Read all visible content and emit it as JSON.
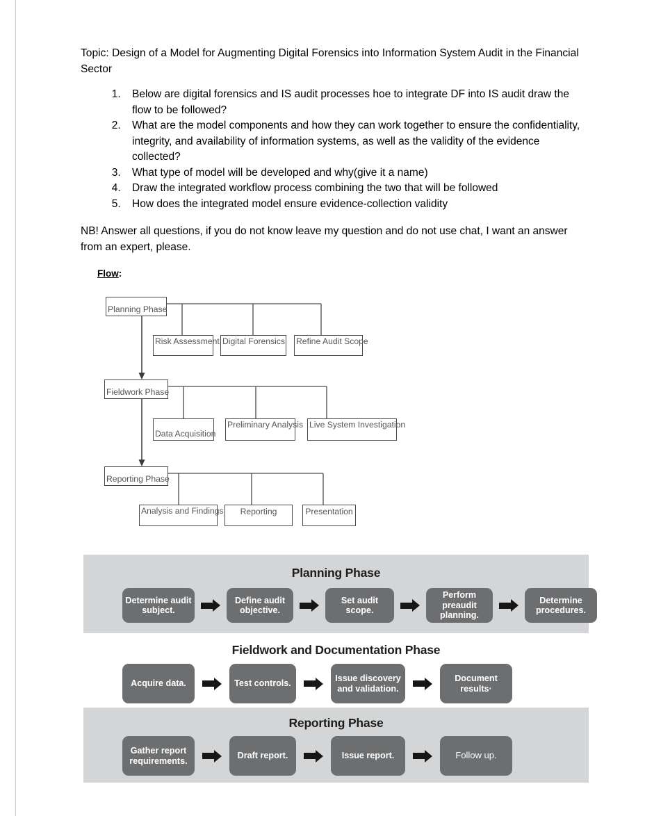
{
  "document": {
    "topic": "Topic: Design of a Model for Augmenting Digital Forensics into Information System Audit in the Financial Sector",
    "questions": [
      "Below are digital forensics and IS audit processes hoe to integrate DF into IS audit draw the flow to be followed?",
      "What are the model components and how they can work together to ensure the confidentiality, integrity, and availability of information systems, as well as the validity of the evidence collected?",
      "What type of model will be developed and why(give it a name)",
      "Draw the integrated workflow process combining the two that will be followed",
      "How does the integrated model ensure evidence-collection validity"
    ],
    "nb_note": "NB! Answer all questions, if you do not know leave my question and do not use chat, I want an answer from an expert, please.",
    "flow_label": "Flow",
    "flow_label_colon": ":"
  },
  "tree_diagram": {
    "phases": [
      {
        "name": "Planning Phase",
        "children": [
          "Risk Assessment",
          "Digital Forensics",
          "Refine Audit Scope"
        ]
      },
      {
        "name": "Fieldwork Phase",
        "children": [
          "Data Acquisition",
          "Preliminary Analysis",
          "Live System Investigation"
        ]
      },
      {
        "name": "Reporting Phase",
        "children": [
          "Analysis and Findings",
          "Reporting",
          "Presentation"
        ]
      }
    ]
  },
  "process_diagram": {
    "band_color": "#d4d5d6",
    "box_color": "#6d6e70",
    "arrow_color": "#161616",
    "bands": [
      {
        "title": "Planning Phase",
        "shaded": true,
        "steps": [
          "Determine audit subject.",
          "Define audit objective.",
          "Set audit scope.",
          "Perform preaudit planning.",
          "Determine procedures."
        ]
      },
      {
        "title": "Fieldwork and Documentation Phase",
        "shaded": false,
        "steps": [
          "Acquire data.",
          "Test controls.",
          "Issue discovery and validation.",
          "Document results·"
        ]
      },
      {
        "title": "Reporting Phase",
        "shaded": true,
        "steps": [
          "Gather report requirements.",
          "Draft report.",
          "Issue report.",
          "Follow up."
        ]
      }
    ]
  }
}
